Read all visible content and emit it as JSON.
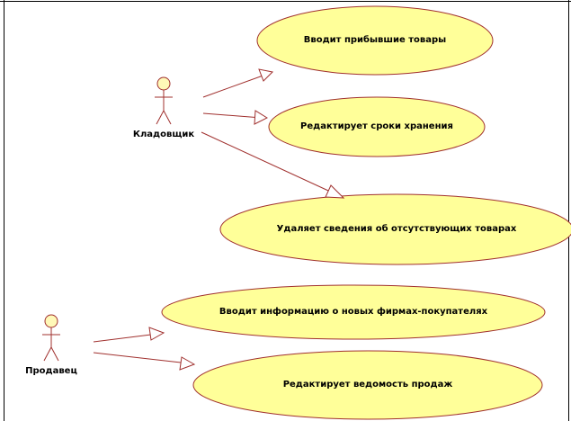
{
  "actors": [
    {
      "id": "storekeeper",
      "name": "Кладовщик"
    },
    {
      "id": "seller",
      "name": "Продавец"
    }
  ],
  "use_cases": [
    {
      "id": "uc1",
      "text": "Вводит прибывшие товары"
    },
    {
      "id": "uc2",
      "text": "Редактирует сроки хранения"
    },
    {
      "id": "uc3",
      "text": "Удаляет сведения об отсутствующих товарах"
    },
    {
      "id": "uc4",
      "text": "Вводит информацию о новых фирмах-покупателях"
    },
    {
      "id": "uc5",
      "text": "Редактирует ведомость продаж"
    }
  ],
  "associations": [
    {
      "from": "storekeeper",
      "to": "uc1"
    },
    {
      "from": "storekeeper",
      "to": "uc2"
    },
    {
      "from": "storekeeper",
      "to": "uc3"
    },
    {
      "from": "seller",
      "to": "uc4"
    },
    {
      "from": "seller",
      "to": "uc5"
    }
  ],
  "colors": {
    "stroke": "#a0302e",
    "usecase_fill": "#ffff99",
    "actor_head_fill": "#fff9b8",
    "background": "#ffffff"
  }
}
